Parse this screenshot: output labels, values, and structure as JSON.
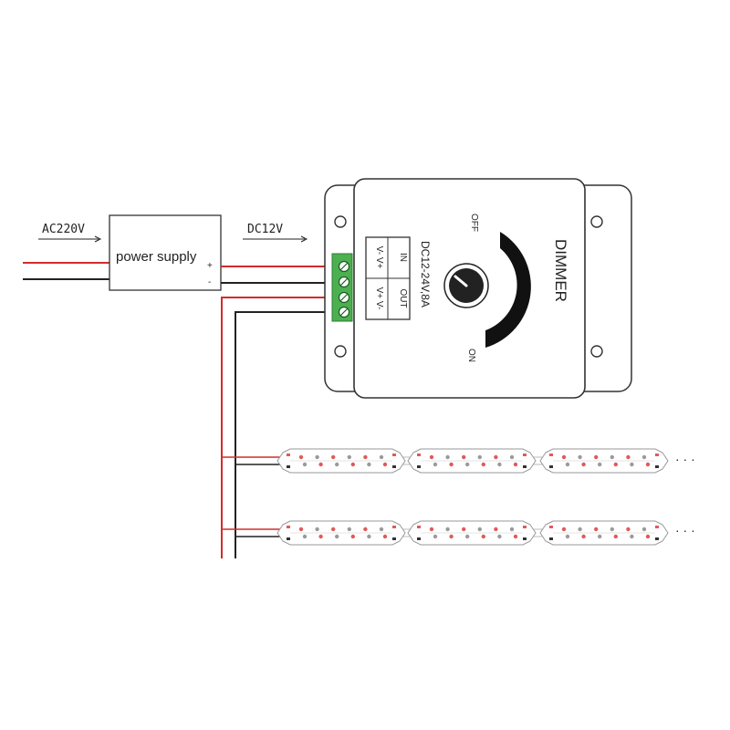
{
  "labels": {
    "ac_input": "AC220V",
    "dc_output": "DC12V",
    "power_supply": "power supply",
    "psu_plus": "+",
    "psu_minus": "-",
    "dimmer_title": "DIMMER",
    "rating": "DC12-24V,8A",
    "knob_off": "OFF",
    "knob_on": "ON",
    "terminal_in": "IN",
    "terminal_out": "OUT",
    "terminal_in_pins": "V- V+",
    "terminal_out_pins": "V+ V-",
    "continuation": "· · ·"
  },
  "colors": {
    "positive_wire": "#d42b2b",
    "negative_wire": "#222222",
    "terminal_block": "#4caf50",
    "led_red": "#e05a5a",
    "led_gray": "#9a9a9a",
    "outline": "#333333"
  },
  "strips": {
    "rows": 2,
    "modules_per_row": 3,
    "leds_per_module": 6
  }
}
